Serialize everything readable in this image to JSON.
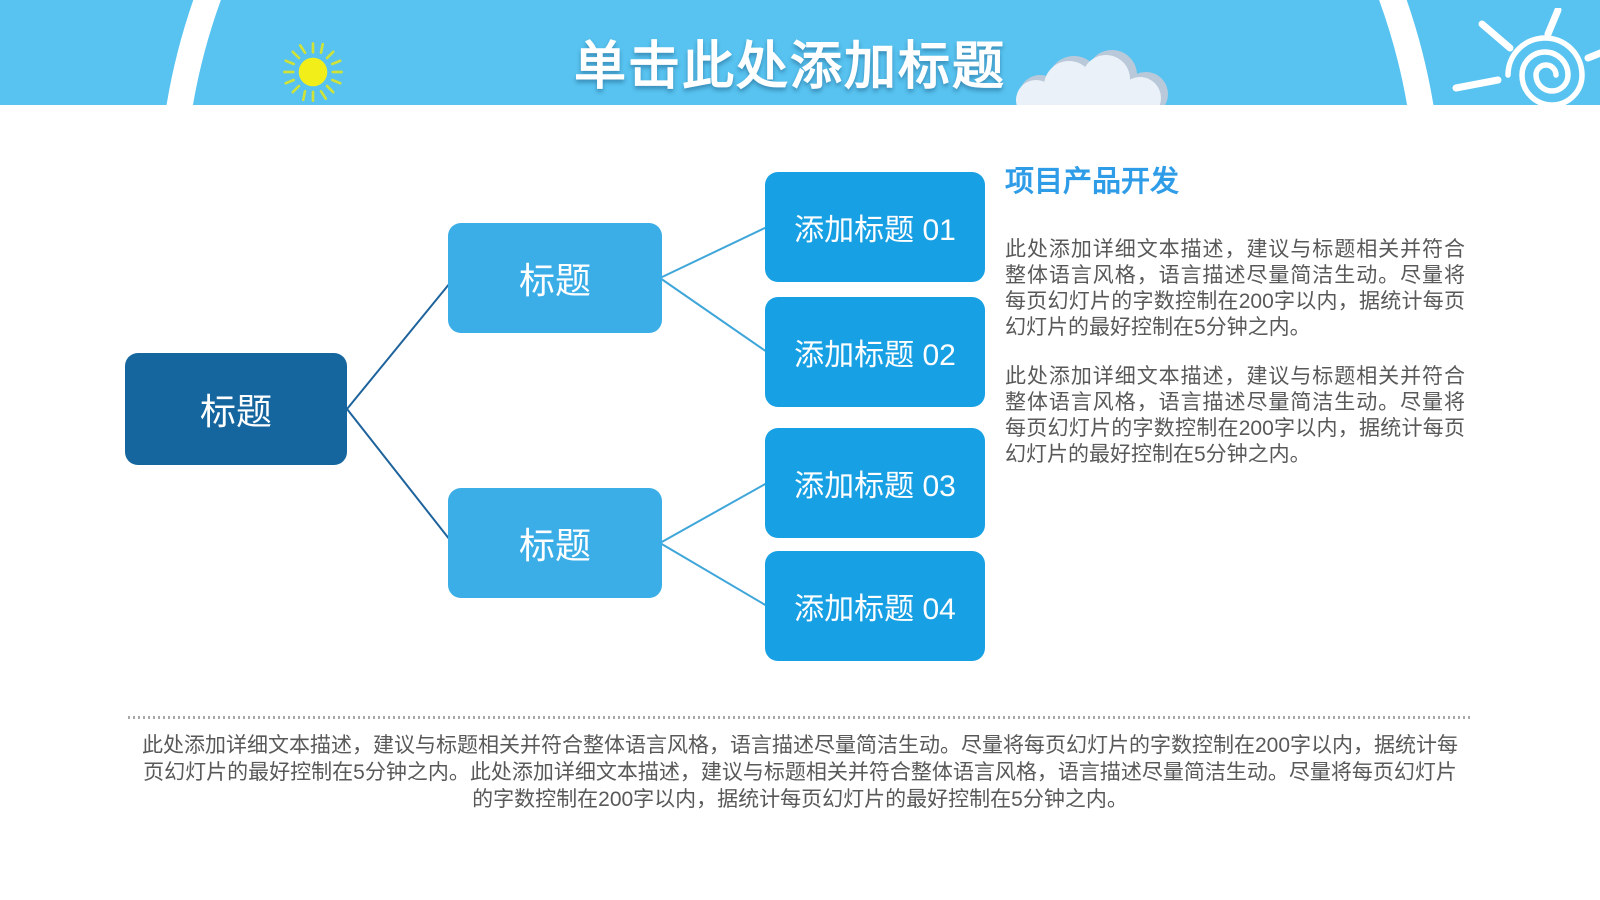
{
  "slide": {
    "title": "单击此处添加标题"
  },
  "diagram": {
    "root": {
      "label": "标题"
    },
    "branches": [
      {
        "label": "标题"
      },
      {
        "label": "标题"
      }
    ],
    "leaves": [
      {
        "label": "添加标题 01"
      },
      {
        "label": "添加标题 02"
      },
      {
        "label": "添加标题 03"
      },
      {
        "label": "添加标题 04"
      }
    ]
  },
  "content": {
    "heading": "项目产品开发",
    "paragraph1": "此处添加详细文本描述，建议与标题相关并符合整体语言风格，语言描述尽量简洁生动。尽量将每页幻灯片的字数控制在200字以内，据统计每页幻灯片的最好控制在5分钟之内。",
    "paragraph2": "此处添加详细文本描述，建议与标题相关并符合整体语言风格，语言描述尽量简洁生动。尽量将每页幻灯片的字数控制在200字以内，据统计每页幻灯片的最好控制在5分钟之内。"
  },
  "footer": {
    "text": "此处添加详细文本描述，建议与标题相关并符合整体语言风格，语言描述尽量简洁生动。尽量将每页幻灯片的字数控制在200字以内，据统计每页幻灯片的最好控制在5分钟之内。此处添加详细文本描述，建议与标题相关并符合整体语言风格，语言描述尽量简洁生动。尽量将每页幻灯片的字数控制在200字以内，据统计每页幻灯片的最好控制在5分钟之内。"
  },
  "icons": {
    "sun": "sun-icon",
    "cloud": "cloud-icon",
    "spiral_sun": "spiral-sun-icon"
  },
  "colors": {
    "header_light_blue": "#58c3f0",
    "header_dark_blue_top": "#2e96dc",
    "header_dark_blue_bottom": "#1b74ba",
    "root_box": "#15669e",
    "branch_box": "#3baee8",
    "leaf_box": "#18a0e4",
    "left_connector": "#1e639b",
    "right_connector": "#3fa6da",
    "heading_text": "#2f9ce8",
    "body_text": "#595959",
    "divider_dots": "#a8a8a8"
  }
}
